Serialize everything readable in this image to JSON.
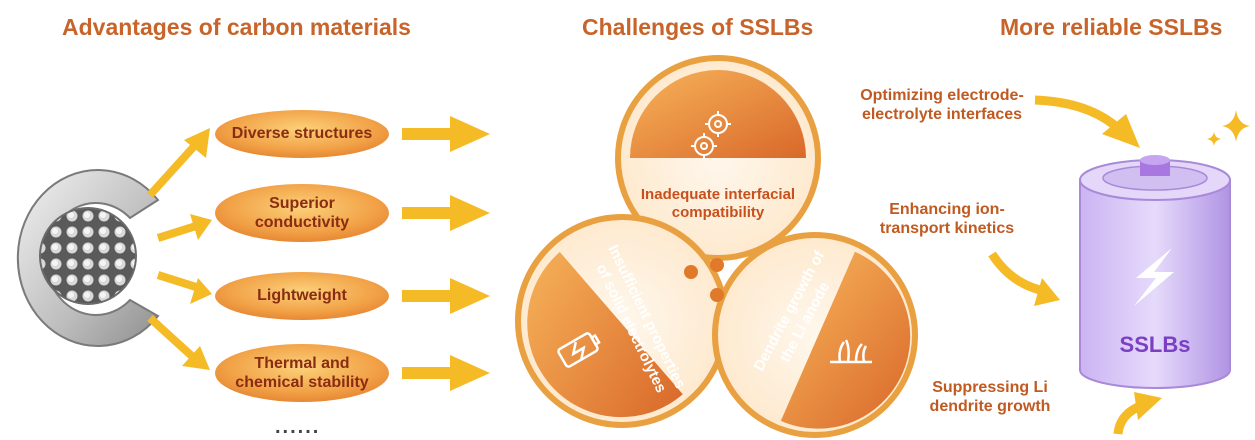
{
  "headings": {
    "left": "Advantages of carbon materials",
    "middle": "Challenges of SSLBs",
    "right": "More reliable SSLBs"
  },
  "advantages": [
    {
      "text": "Diverse structures"
    },
    {
      "text": "Superior conductivity",
      "line1": "Superior",
      "line2": "conductivity"
    },
    {
      "text": "Lightweight"
    },
    {
      "text": "Thermal and chemical stability",
      "line1": "Thermal and",
      "line2": "chemical stability"
    }
  ],
  "advantages_more": "......",
  "challenges": {
    "top": {
      "line1": "Inadequate interfacial",
      "line2": "compatibility",
      "icon": "gears-icon"
    },
    "left": {
      "line1": "Insufficient properties",
      "line2": "of solid electrolytes",
      "icon": "battery-charging-icon"
    },
    "right": {
      "line1": "Dendrite growth of",
      "line2": "the Li anode",
      "icon": "dendrite-icon"
    }
  },
  "strategies": [
    {
      "line1": "Optimizing electrode-",
      "line2": "electrolyte interfaces"
    },
    {
      "line1": "Enhancing ion-",
      "line2": "transport kinetics"
    },
    {
      "line1": "Suppressing Li",
      "line2": "dendrite growth"
    }
  ],
  "battery": {
    "label": "SSLBs",
    "icon": "lightning-icon"
  },
  "colors": {
    "title": "#c8642a",
    "pill": "#f2a247",
    "pill_text": "#8a2c12",
    "arrow": "#f5bb26",
    "ring": "#e9a040",
    "battery": "#b89ae6",
    "battery_text": "#7b3fc4"
  }
}
